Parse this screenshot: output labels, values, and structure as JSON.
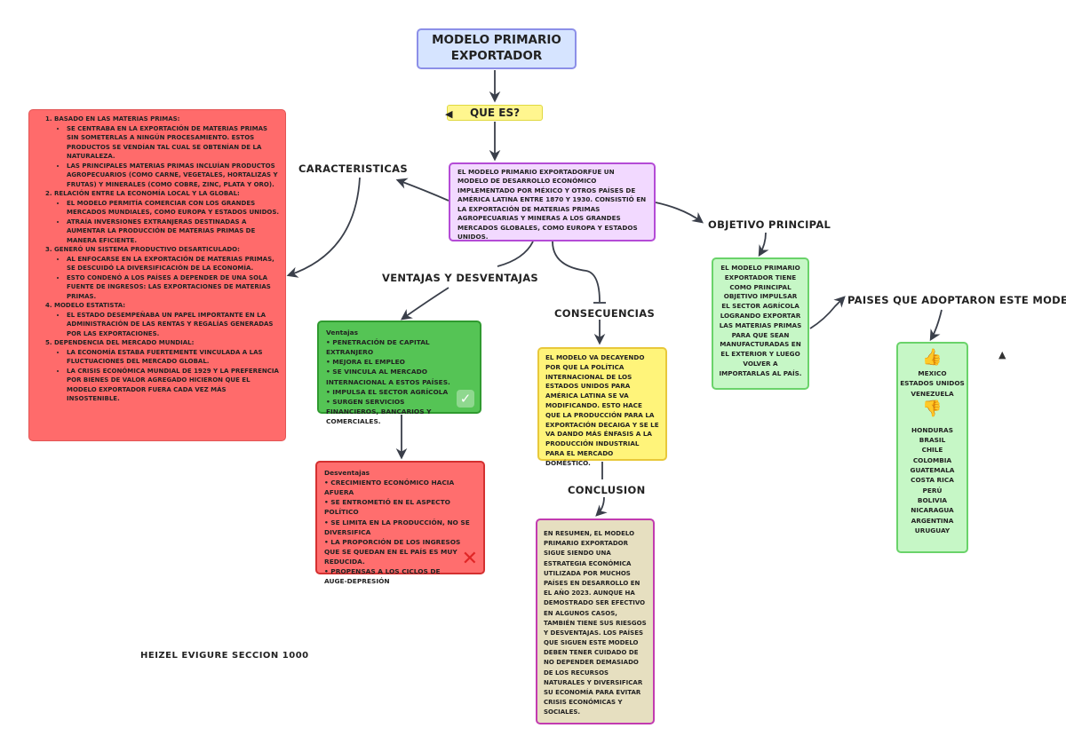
{
  "title": "MODELO PRIMARIO EXPORTADOR",
  "question": "QUE ES?",
  "definition": "El modelo primario exportadorfue un modelo de desarrollo económico implementado por México y otros países de América Latina entre 1870 y 1930. Consistió en la exportación de materias primas agropecuarias y mineras a los grandes mercados globales, como Europa y Estados Unidos.",
  "labels": {
    "caracteristicas": "CARACTERISTICAS",
    "objetivo": "OBJETIVO PRINCIPAL",
    "ventajas_desventajas": "VENTAJAS Y DESVENTAJAS",
    "consecuencias": "CONSECUENCIAS",
    "conclusion": "CONCLUSION",
    "paises": "PAISES QUE ADOPTARON ESTE MODELO"
  },
  "characteristics": [
    {
      "title": "Basado en las materias primas:",
      "items": [
        "Se centraba en la exportación de materias primas sin someterlas a ningún procesamiento. Estos productos se vendían tal cual se obtenían de la naturaleza.",
        "Las principales materias primas incluían productos agropecuarios (como carne, vegetales, hortalizas y frutas) y minerales (como cobre, zinc, plata y oro)."
      ]
    },
    {
      "title": "Relación entre la economía local y la global:",
      "items": [
        "El modelo permitía comerciar con los grandes mercados mundiales, como Europa y Estados Unidos.",
        "Atraía inversiones extranjeras destinadas a aumentar la producción de materias primas de manera eficiente."
      ]
    },
    {
      "title": "Generó un sistema productivo desarticulado:",
      "items": [
        "Al enfocarse en la exportación de materias primas, se descuidó la diversificación de la economía.",
        "Esto condenó a los países a depender de una sola fuente de ingresos: las exportaciones de materias primas."
      ]
    },
    {
      "title": "Modelo estatista:",
      "items": [
        "El Estado desempeñaba un papel importante en la administración de las rentas y regalías generadas por las exportaciones."
      ]
    },
    {
      "title": "Dependencia del mercado mundial:",
      "items": [
        "La economía estaba fuertemente vinculada a las fluctuaciones del mercado global.",
        "La crisis económica mundial de 1929 y la preferencia por bienes de valor agregado hicieron que el modelo exportador fuera cada vez más insostenible."
      ]
    }
  ],
  "ventajas": {
    "title": "Ventajas",
    "items": [
      "• Penetración de capital extranjero",
      "• Mejora el empleo",
      "• Se vincula al mercado internacional a estos países.",
      "• Impulsa el sector agrícola",
      "• Surgen servicios financieros, bancarios y comerciales."
    ]
  },
  "desventajas": {
    "title": "Desventajas",
    "items": [
      "• Crecimiento económico hacia afuera",
      "• Se entrometió en el aspecto político",
      "• Se limita en la producción, no se diversifica",
      "• La proporción de los ingresos que se quedan en el país es muy reducida.",
      "• Propensas a los ciclos de auge-depresión"
    ]
  },
  "consecuencias": "El modelo va decayendo por que la política internacional de los estados unidos para américa latina se va modificando. esto hace que la producción para la exportación decaiga y se le va dando más énfasis a la producción industrial para el mercado doméstico.",
  "conclusion": "En resumen, el modelo primario exportador sigue siendo una estrategia económica utilizada por muchos países en desarrollo en el año 2023. Aunque ha demostrado ser efectivo en algunos casos, también tiene sus riesgos y desventajas. Los países que siguen este modelo deben tener cuidado de no depender demasiado de los recursos naturales y diversificar su economía para evitar crisis económicas y sociales.",
  "objetivo": "El modelo primario exportador tiene como principal objetivo impulsar el sector agrícola logrando exportar las materias primas para que sean manufacturadas en el exterior y luego volver a importarlas al país.",
  "paises_up": [
    "Mexico",
    "Estados Unidos",
    "Venezuela"
  ],
  "paises_down": [
    "Honduras",
    "Brasil",
    "Chile",
    "Colombia",
    "Guatemala",
    "Costa Rica",
    "Perú",
    "Bolivia",
    "Nicaragua",
    "Argentina",
    "Uruguay"
  ],
  "footer": "HEIZEL EVIGURE SECCION 1000",
  "colors": {
    "title_bg": "#d6e4ff",
    "red": "#ff6b6b",
    "green": "#55c455",
    "yellow": "#fff47a",
    "light_green": "#c6f7c6",
    "purple_border": "#b44bd6"
  },
  "icons": [
    "thumbs-up-icon",
    "thumbs-down-icon",
    "check-icon",
    "cross-icon"
  ]
}
